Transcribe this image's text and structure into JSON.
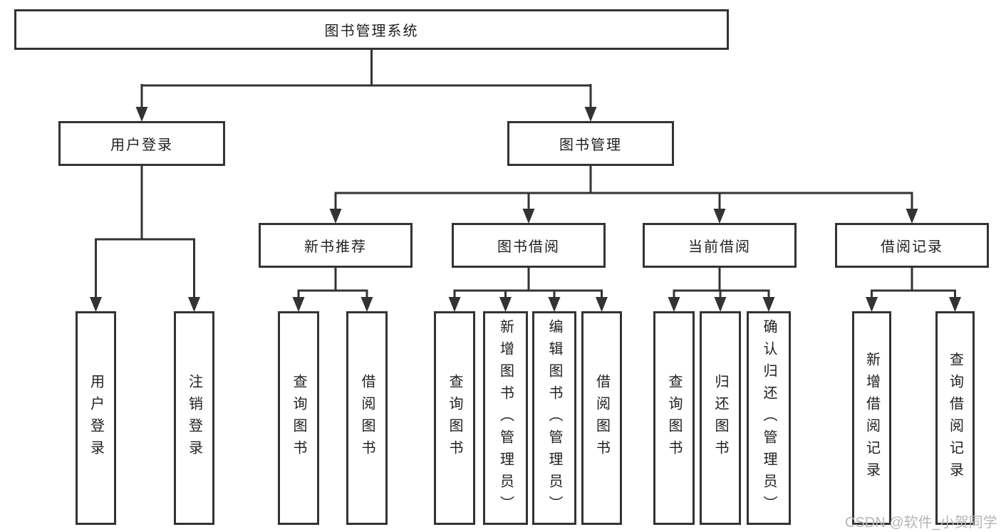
{
  "tree": {
    "root": {
      "label": "图书管理系统",
      "children": [
        {
          "label": "用户登录",
          "children": [
            {
              "label": "用户登录"
            },
            {
              "label": "注销登录"
            }
          ]
        },
        {
          "label": "图书管理",
          "children": [
            {
              "label": "新书推荐",
              "children": [
                {
                  "label": "查询图书"
                },
                {
                  "label": "借阅图书"
                }
              ]
            },
            {
              "label": "图书借阅",
              "children": [
                {
                  "label": "查询图书"
                },
                {
                  "label": "新增图书（管理员）"
                },
                {
                  "label": "编辑图书（管理员）"
                },
                {
                  "label": "借阅图书"
                }
              ]
            },
            {
              "label": "当前借阅",
              "children": [
                {
                  "label": "查询图书"
                },
                {
                  "label": "归还图书"
                },
                {
                  "label": "确认归还（管理员）"
                }
              ]
            },
            {
              "label": "借阅记录",
              "children": [
                {
                  "label": "新增借阅记录"
                },
                {
                  "label": "查询借阅记录"
                }
              ]
            }
          ]
        }
      ]
    }
  },
  "watermark": {
    "text": "CSDN @软件_小贺同学",
    "color": "#b6b6b6"
  },
  "colors": {
    "line": "#333333",
    "text": "#1f1f1f",
    "background": "#ffffff"
  }
}
